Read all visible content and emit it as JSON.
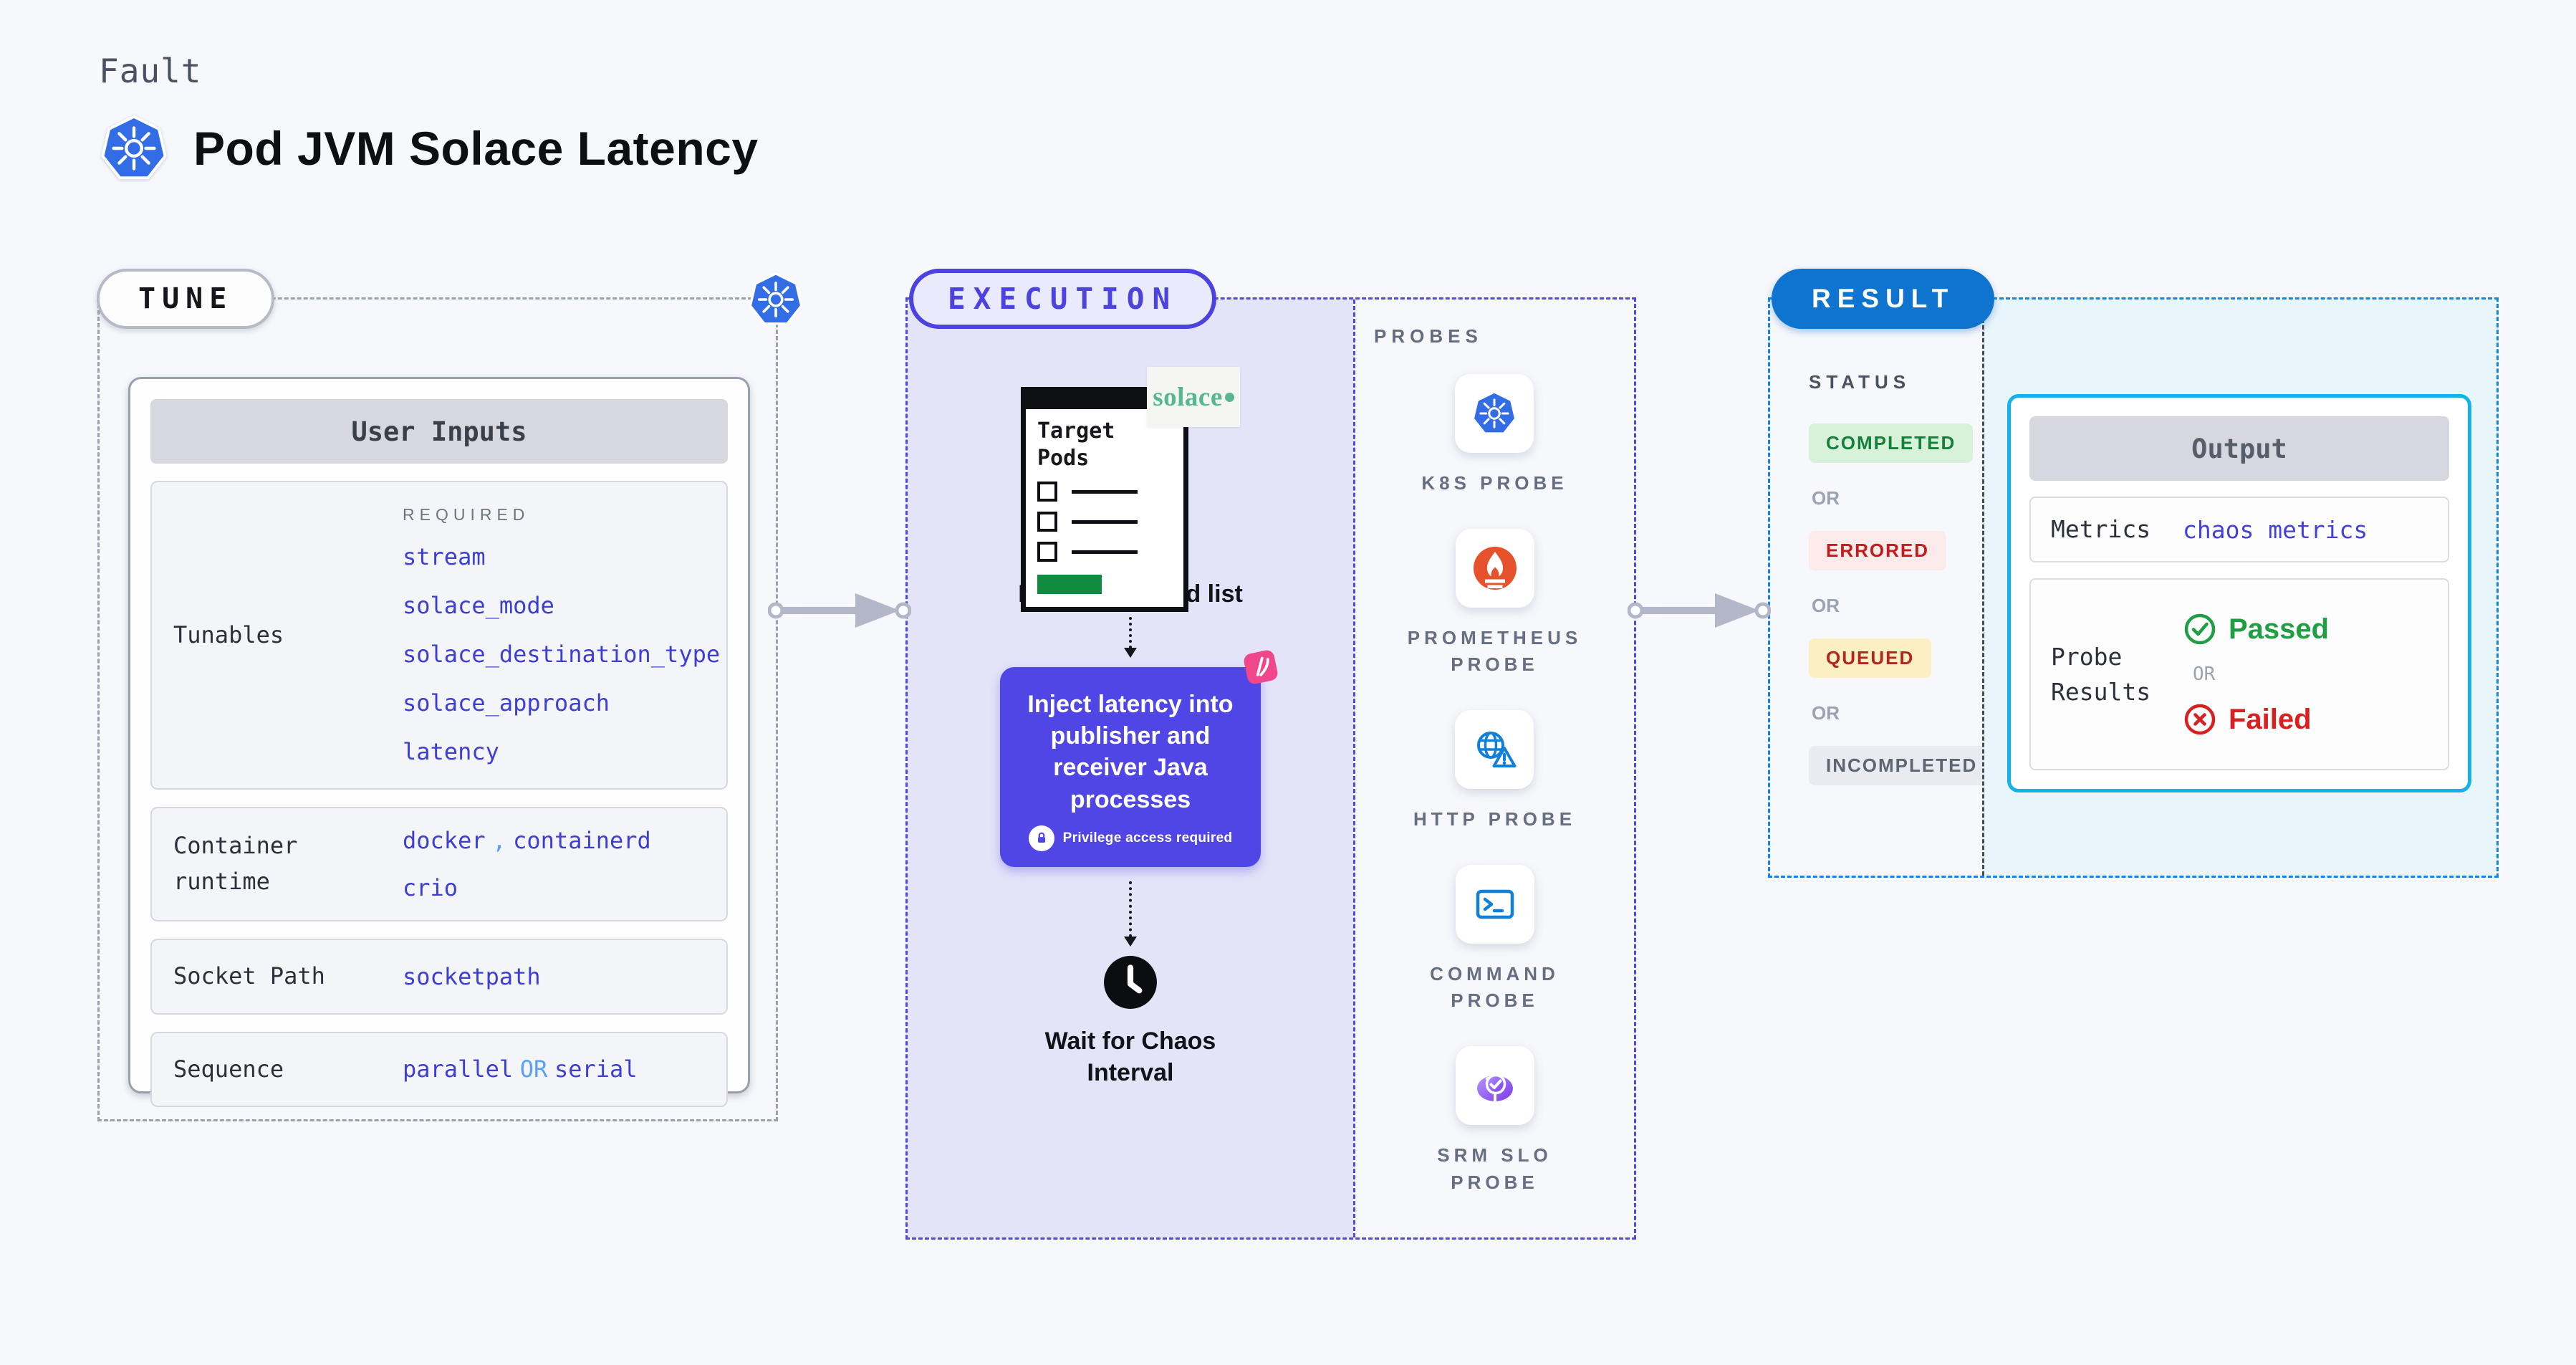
{
  "header": {
    "kicker": "Fault",
    "title": "Pod JVM Solace Latency",
    "title_icon": "kubernetes-icon"
  },
  "tune": {
    "label": "TUNE",
    "corner_icon": "kubernetes-icon",
    "user_inputs": {
      "title": "User Inputs",
      "tunables": {
        "label": "Tunables",
        "required_label": "REQUIRED",
        "values": [
          "stream",
          "solace_mode",
          "solace_destination_type",
          "solace_approach",
          "latency"
        ]
      },
      "container_runtime": {
        "label": "Container runtime",
        "value_1": "docker",
        "separator": ",",
        "value_2": "containerd",
        "value_3": "crio"
      },
      "socket_path": {
        "label": "Socket Path",
        "value": "socketpath"
      },
      "sequence": {
        "label": "Sequence",
        "value_1": "parallel",
        "or": "OR",
        "value_2": "serial"
      }
    }
  },
  "execution": {
    "label": "EXECUTION",
    "target_pods_title": "Target Pods",
    "solace_logo_text": "solace",
    "derive_label": "Derive final pod list",
    "inject_label": "Inject latency into publisher and receiver Java processes",
    "privilege_label": "Privilege access required",
    "wait_label": "Wait for Chaos Interval"
  },
  "probes": {
    "label": "PROBES",
    "items": [
      {
        "label": "K8S PROBE",
        "icon": "kubernetes-icon"
      },
      {
        "label": "PROMETHEUS PROBE",
        "icon": "prometheus-icon"
      },
      {
        "label": "HTTP PROBE",
        "icon": "globe-warning-icon"
      },
      {
        "label": "COMMAND PROBE",
        "icon": "terminal-icon"
      },
      {
        "label": "SRM SLO PROBE",
        "icon": "pie-check-icon"
      }
    ]
  },
  "result": {
    "label": "RESULT",
    "status": {
      "label": "STATUS",
      "or": "OR",
      "badges": [
        {
          "text": "COMPLETED",
          "bg": "#d8f2da",
          "color": "#157f3c"
        },
        {
          "text": "ERRORED",
          "bg": "#fdeaea",
          "color": "#c01d1d"
        },
        {
          "text": "QUEUED",
          "bg": "#fcefc4",
          "color": "#b3261e"
        },
        {
          "text": "INCOMPLETED",
          "bg": "#e9ebf1",
          "color": "#5d6472"
        }
      ]
    },
    "output": {
      "title": "Output",
      "metrics": {
        "label": "Metrics",
        "value": "chaos metrics"
      },
      "probe_results": {
        "label": "Probe Results",
        "passed": "Passed",
        "or": "OR",
        "failed": "Failed"
      }
    }
  },
  "colors": {
    "execution_accent": "#4f46e5",
    "result_accent": "#0f74cf",
    "output_border": "#14b2e8",
    "value_text": "#3d3ed2",
    "value_alt_blue": "#5aa0f5",
    "k8s_blue": "#336de6",
    "prometheus_orange": "#e6522c",
    "probe_icon_blue": "#1080d8",
    "srm_purple": "#7c3bed",
    "solace_green": "#56b791",
    "passed_green": "#1f9e43",
    "failed_red": "#d92020",
    "inject_bg": "#4f46e5",
    "chaos_pink": "#f0468c",
    "target_button_green": "#11893f"
  }
}
